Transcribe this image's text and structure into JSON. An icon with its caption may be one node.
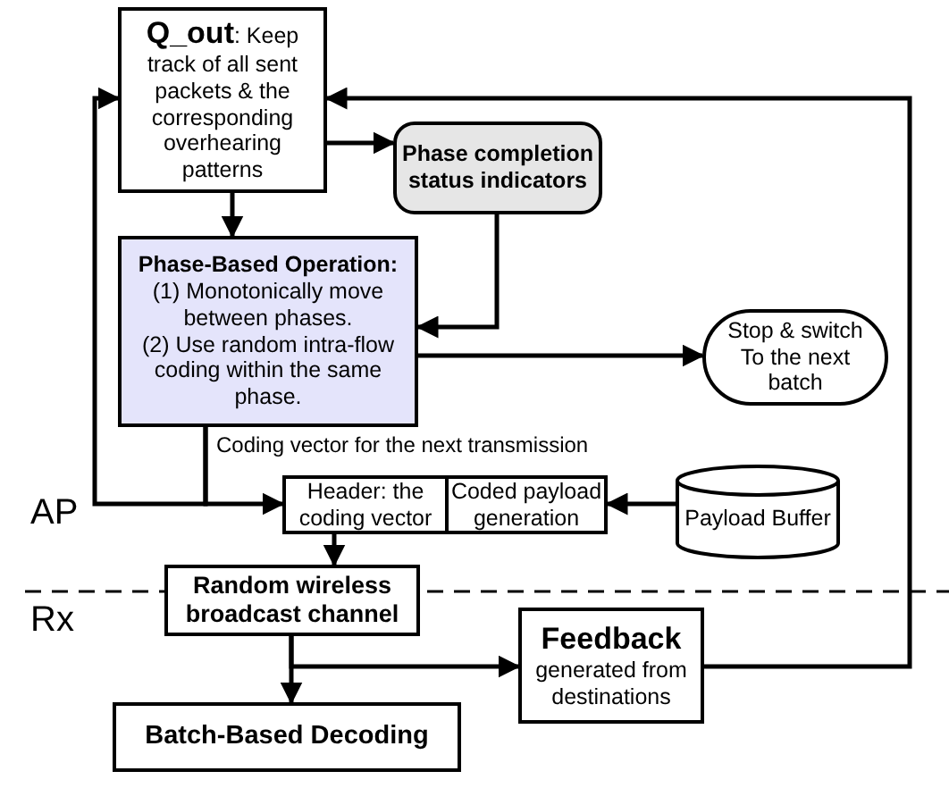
{
  "diagram": {
    "nodes": [
      {
        "text": [
          "**Q_out**: Keep track of all sent packets & the corresponding overhearing patterns"
        ]
      },
      {
        "text": [
          "Phase completion status indicators"
        ]
      },
      {
        "text": [
          "Phase-Based Operation:",
          "(1) Monotonically move between phases.",
          "(2) Use random intra-flow coding within the same phase."
        ]
      },
      {
        "text": [
          "Stop & switch To the next batch"
        ]
      },
      {
        "text": [
          "Header: the coding vector"
        ]
      },
      {
        "text": [
          "Coded payload generation"
        ]
      },
      {
        "text": [
          "Payload Buffer"
        ]
      },
      {
        "text": [
          "Random wireless broadcast channel"
        ]
      },
      {
        "text": [
          "Feedback",
          "generated from destinations"
        ]
      },
      {
        "text": [
          "Batch-Based Decoding"
        ]
      }
    ],
    "edges": [
      {
        "from": 0,
        "to": 1,
        "arrow": "to"
      },
      {
        "from": 0,
        "to": 2,
        "arrow": "to"
      },
      {
        "from": 1,
        "to": 2,
        "arrow": "to"
      },
      {
        "from": 2,
        "to": 3,
        "arrow": "to"
      },
      {
        "from": 2,
        "to": 4,
        "arrow": "to",
        "label": "Coding vector for the next transmission"
      },
      {
        "from": 2,
        "to": 0,
        "arrow": "to"
      },
      {
        "from": 6,
        "to": 5,
        "arrow": "to"
      },
      {
        "from": 4,
        "to": 7,
        "arrow": "to"
      },
      {
        "from": 7,
        "to": 9,
        "arrow": "to"
      },
      {
        "from": 7,
        "to": 8,
        "arrow": "to"
      },
      {
        "from": 8,
        "to": 0,
        "arrow": "to"
      }
    ],
    "labels": [
      "AP",
      "Rx"
    ]
  }
}
